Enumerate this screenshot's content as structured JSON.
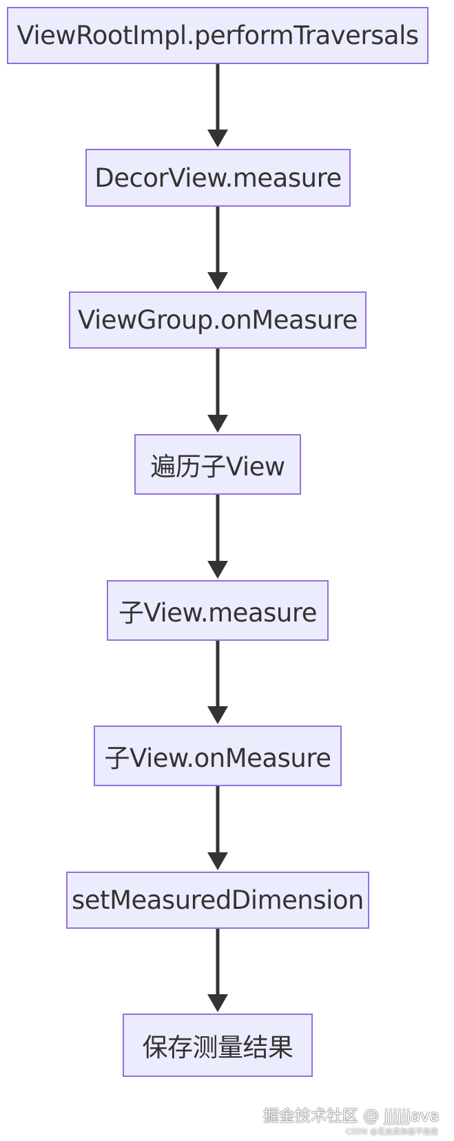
{
  "diagram": {
    "type": "flowchart",
    "direction": "top-down",
    "colors": {
      "node_fill": "#ececff",
      "node_border": "#9370db",
      "node_text": "#333333",
      "edge": "#333333"
    },
    "nodes": [
      {
        "id": "n1",
        "label": "ViewRootImpl.performTraversals"
      },
      {
        "id": "n2",
        "label": "DecorView.measure"
      },
      {
        "id": "n3",
        "label": "ViewGroup.onMeasure"
      },
      {
        "id": "n4",
        "label": "遍历子View"
      },
      {
        "id": "n5",
        "label": "子View.measure"
      },
      {
        "id": "n6",
        "label": "子View.onMeasure"
      },
      {
        "id": "n7",
        "label": "setMeasuredDimension"
      },
      {
        "id": "n8",
        "label": "保存测量结果"
      }
    ],
    "edges": [
      {
        "from": "n1",
        "to": "n2"
      },
      {
        "from": "n2",
        "to": "n3"
      },
      {
        "from": "n3",
        "to": "n4"
      },
      {
        "from": "n4",
        "to": "n5"
      },
      {
        "from": "n5",
        "to": "n6"
      },
      {
        "from": "n6",
        "to": "n7"
      },
      {
        "from": "n7",
        "to": "n8"
      }
    ]
  },
  "watermark": {
    "main": "掘金技术社区 @ jjjjjjava",
    "sub": "CSDN @花启真你是不是傻"
  }
}
